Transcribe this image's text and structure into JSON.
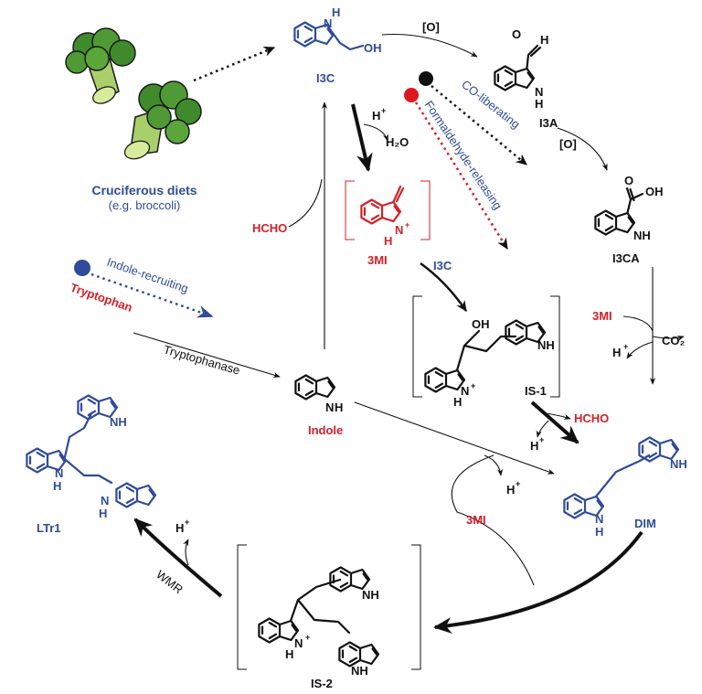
{
  "colors": {
    "blue": "#2f4b9a",
    "red": "#d42027",
    "black": "#111111",
    "broccoli_head": "#3f8a2a",
    "broccoli_stem": "#a9cf6a"
  },
  "compounds": {
    "i3c": "I3C",
    "i3a": "I3A",
    "i3ca": "I3CA",
    "mi3": "3MI",
    "is1": "IS-1",
    "is2": "IS-2",
    "dim": "DIM",
    "ltr1": "LTr1",
    "indole": "Indole",
    "tryptophan": "Tryptophan"
  },
  "diet": {
    "title": "Cruciferous diets",
    "subtitle": "(e.g. broccoli)"
  },
  "pathways": {
    "co": "CO-liberating",
    "formaldehyde": "Formaldehyde-releasing",
    "indole": "Indole-recruiting"
  },
  "reagents": {
    "oxidation": "[O]",
    "proton": "H",
    "plus": "+",
    "water": "H₂O",
    "hcho": "HCHO",
    "co2": "CO₂",
    "tryptophanase": "Tryptophanase",
    "wmr": "WMR",
    "oh": "OH",
    "nh": "NH",
    "h": "H",
    "n": "N",
    "o": "O",
    "cooh": "OH"
  }
}
